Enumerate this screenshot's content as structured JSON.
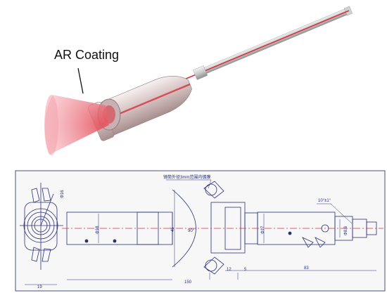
{
  "render_panel": {
    "label_ar_coating": "AR Coating"
  },
  "drawing_panel": {
    "dimensions": {
      "dia_top_left": "Φ16",
      "dia_18": "Φ18",
      "len_45": "45",
      "angle_90": "90°",
      "dia_17": "Φ17",
      "dia_right": "Φ8.6",
      "angle_top_right": "10°±1°",
      "len_19": "19",
      "len_150": "150",
      "len_83": "83",
      "len_12": "12",
      "len_5": "5"
    },
    "note_text": "镜筒外径3mm范围内镀膜"
  },
  "colors": {
    "page_bg": "#ffffff",
    "panel_bg": "#f7f7f7",
    "line_color": "#2a2f7a",
    "beam_red": "#d7323c",
    "cone_pink": "#f08b97"
  }
}
